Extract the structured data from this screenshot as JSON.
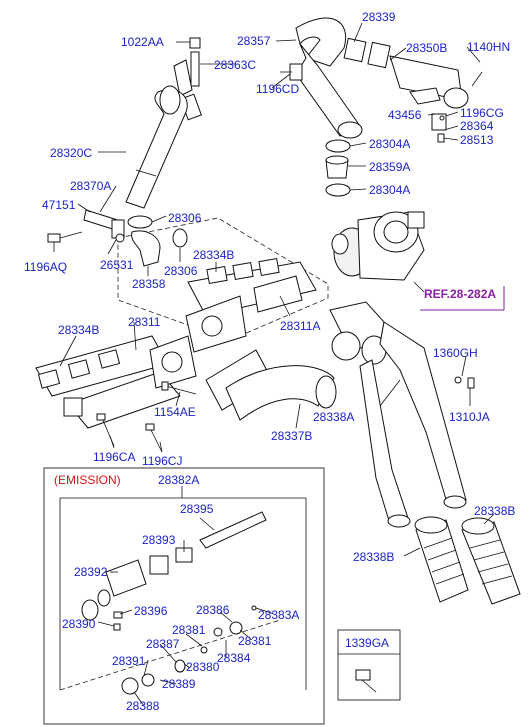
{
  "labels": {
    "p1022AA": "1022AA",
    "p28339": "28339",
    "p28357": "28357",
    "p28350B": "28350B",
    "p1140HN": "1140HN",
    "p28363C": "28363C",
    "p1196CD": "1196CD",
    "p43456": "43456",
    "p1196CG": "1196CG",
    "p28364": "28364",
    "p28513": "28513",
    "p28320C": "28320C",
    "p28304A_top": "28304A",
    "p28359A": "28359A",
    "p28304A_bot": "28304A",
    "p28370A": "28370A",
    "p47151": "47151",
    "p28306_a": "28306",
    "p1196AQ": "1196AQ",
    "p26531": "26531",
    "p28306_b": "28306",
    "p28358": "28358",
    "p28334B_top": "28334B",
    "p28334B_left": "28334B",
    "p28311": "28311",
    "p28311A": "28311A",
    "p1360GH": "1360GH",
    "p1154AE": "1154AE",
    "p28338A": "28338A",
    "p1310JA": "1310JA",
    "p28337B": "28337B",
    "p1196CA": "1196CA",
    "p1196CJ": "1196CJ",
    "p28382A": "28382A",
    "p28395": "28395",
    "p28393": "28393",
    "p28392": "28392",
    "p28396": "28396",
    "p28390": "28390",
    "p28386": "28386",
    "p28383A": "28383A",
    "p28381_a": "28381",
    "p28381_b": "28381",
    "p28387": "28387",
    "p28391": "28391",
    "p28380": "28380",
    "p28384": "28384",
    "p28389": "28389",
    "p28388": "28388",
    "p28338B_right": "28338B",
    "p28338B_left": "28338B",
    "p1339GA": "1339GA"
  },
  "reference": "REF.28-282A",
  "emission": "(EMISSION)",
  "colors": {
    "label": "#1a24c8",
    "reference": "#8b1ea8",
    "emission": "#d01818",
    "line": "#111111"
  }
}
